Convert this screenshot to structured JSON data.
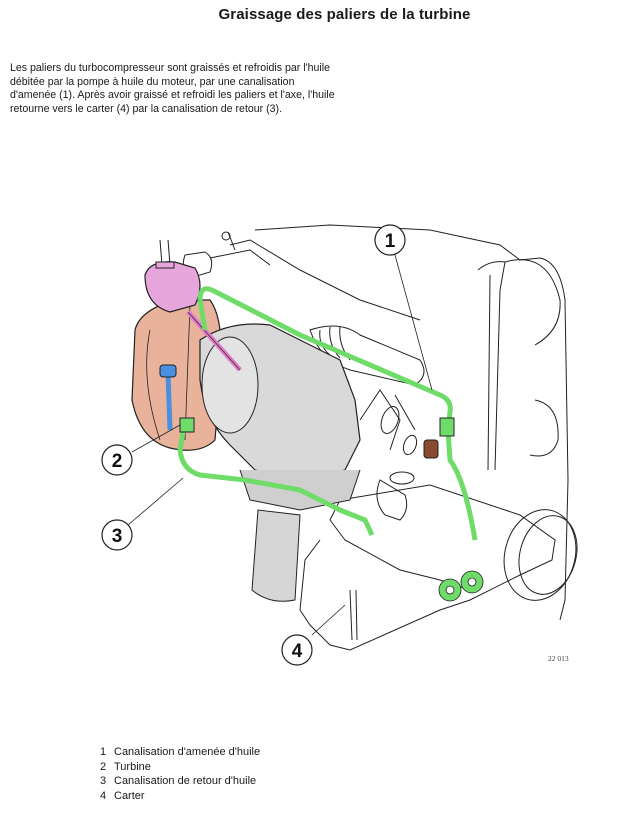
{
  "page": {
    "title": "Graissage des paliers de la turbine",
    "intro": "Les paliers du turbocompresseur sont graissés et refroidis par l'huile débitée par la pompe à huile du moteur, par une canalisation d'amenée (1). Après avoir graissé et refroidi les paliers et l'axe, l'huile retourne vers le carter (4) par la canalisation de retour (3)."
  },
  "figure": {
    "reference": "22 013",
    "callouts": [
      {
        "number": "1",
        "target": "supply-line"
      },
      {
        "number": "2",
        "target": "turbine"
      },
      {
        "number": "3",
        "target": "return-line"
      },
      {
        "number": "4",
        "target": "oil-pan"
      }
    ],
    "colors": {
      "oil_line": "#6fdc6a",
      "turbine_housing": "#e8b39a",
      "compressor_inlet": "#e6a6dc",
      "actuator_rod": "#e07ac8",
      "blue_fitting": "#4a8fe0",
      "sensor": "#8a4a30",
      "line": "#222222"
    }
  },
  "legend": {
    "items": [
      {
        "number": "1",
        "label": "Canalisation d'amenée d'huile"
      },
      {
        "number": "2",
        "label": "Turbine"
      },
      {
        "number": "3",
        "label": "Canalisation de retour d'huile"
      },
      {
        "number": "4",
        "label": "Carter"
      }
    ]
  }
}
